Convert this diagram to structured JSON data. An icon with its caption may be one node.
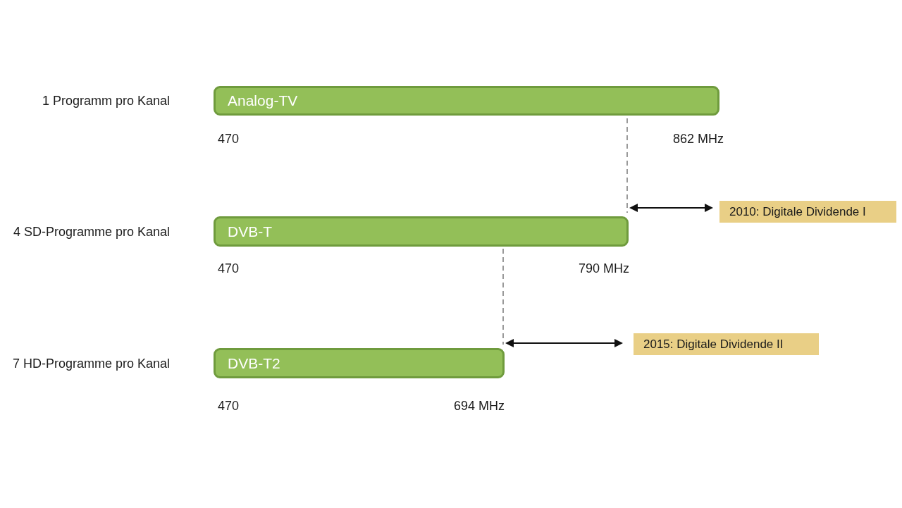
{
  "diagram": {
    "nodes": [
      {
        "text": [
          "Analog-TV"
        ],
        "beside": [
          "1 Programm pro Kanal"
        ]
      },
      {
        "text": [
          "2010: Digitale Dividende I"
        ]
      },
      {
        "text": [
          "DVB-T"
        ],
        "beside": [
          "4 SD-Programme pro Kanal"
        ]
      },
      {
        "text": [
          "2015: Digitale Dividende II"
        ]
      },
      {
        "text": [
          "DVB-T2"
        ],
        "beside": [
          "7 HD-Programme pro Kanal"
        ]
      }
    ],
    "labels": [
      "470",
      "862 MHz",
      "470",
      "790 MHz",
      "470",
      "694 MHz"
    ]
  }
}
